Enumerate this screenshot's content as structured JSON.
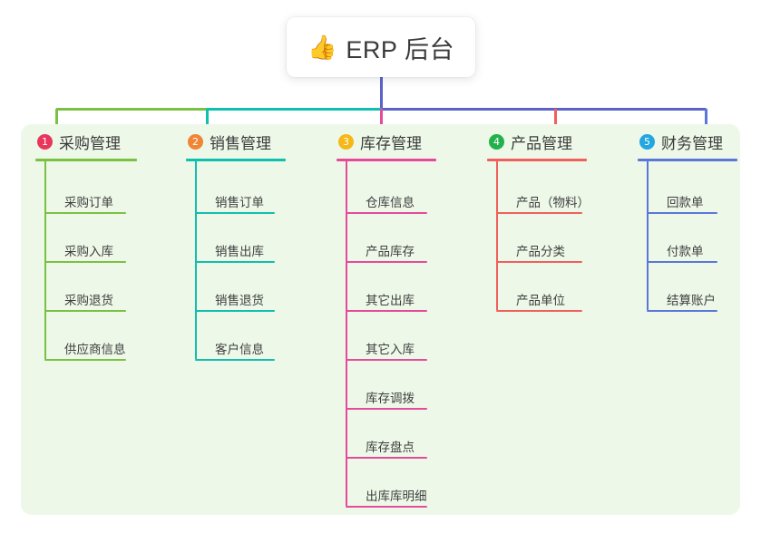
{
  "root": {
    "icon": "thumbs-up-icon",
    "emoji": "👍",
    "title": "ERP 后台"
  },
  "canvas": {
    "background": "#ffffff",
    "panel_background": "#edf8e8"
  },
  "columns": [
    {
      "number": "1",
      "badge_glyph": "❶",
      "badge_color": "#e8365d",
      "line_color": "#7ac143",
      "title": "采购管理",
      "items": [
        {
          "label": "采购订单"
        },
        {
          "label": "采购入库"
        },
        {
          "label": "采购退货"
        },
        {
          "label": "供应商信息"
        }
      ]
    },
    {
      "number": "2",
      "badge_glyph": "❷",
      "badge_color": "#f08536",
      "line_color": "#11bfae",
      "title": "销售管理",
      "items": [
        {
          "label": "销售订单"
        },
        {
          "label": "销售出库"
        },
        {
          "label": "销售退货"
        },
        {
          "label": "客户信息"
        }
      ]
    },
    {
      "number": "3",
      "badge_glyph": "❸",
      "badge_color": "#f5b817",
      "line_color": "#e44b9b",
      "title": "库存管理",
      "items": [
        {
          "label": "仓库信息"
        },
        {
          "label": "产品库存"
        },
        {
          "label": "其它出库"
        },
        {
          "label": "其它入库"
        },
        {
          "label": "库存调拨"
        },
        {
          "label": "库存盘点"
        },
        {
          "label": "出库库明细"
        }
      ]
    },
    {
      "number": "4",
      "badge_glyph": "❹",
      "badge_color": "#22b14c",
      "line_color": "#f0605d",
      "title": "产品管理",
      "items": [
        {
          "label": "产品（物料）"
        },
        {
          "label": "产品分类"
        },
        {
          "label": "产品单位"
        }
      ]
    },
    {
      "number": "5",
      "badge_glyph": "❺",
      "badge_color": "#22a7e0",
      "line_color": "#5b77d8",
      "title": "财务管理",
      "items": [
        {
          "label": "回款单"
        },
        {
          "label": "付款单"
        },
        {
          "label": "结算账户"
        }
      ]
    }
  ],
  "connectors": {
    "trunk_color": "#5b62c9",
    "segment_colors": [
      "#7ac143",
      "#11bfae",
      "#5b62c9",
      "#5b62c9",
      "#5b77d8"
    ]
  }
}
